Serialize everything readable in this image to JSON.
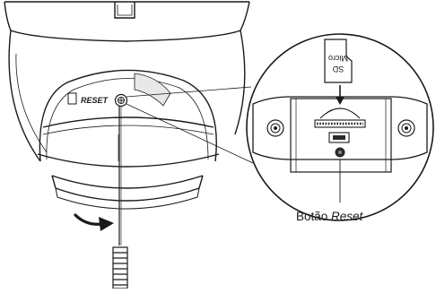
{
  "labels": {
    "reset_on_camera": "RESET",
    "sd_card_top": "SD",
    "sd_card_bottom": "Micro",
    "caption_prefix": "Botão ",
    "caption_italic": "Reset"
  },
  "colors": {
    "line": "#1a1a1a",
    "shade": "#2a2a2a",
    "background": "#ffffff"
  }
}
